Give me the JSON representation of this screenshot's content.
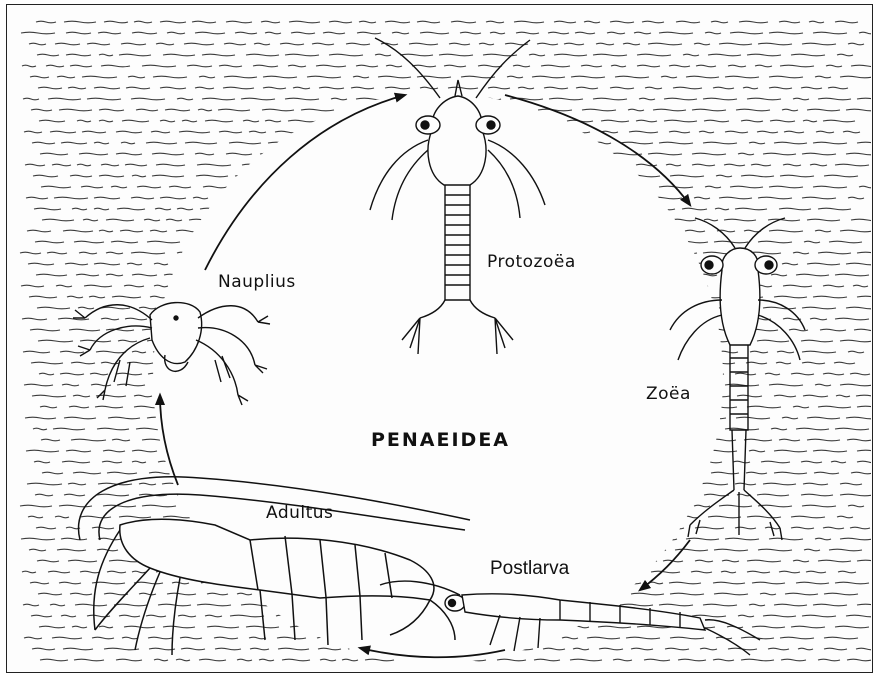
{
  "diagram": {
    "title": "PENAEIDEA",
    "stages": {
      "nauplius": "Nauplius",
      "protozoea": "Protozoëa",
      "zoea": "Zoëa",
      "postlarva": "Postlarva",
      "adultus": "Adultus"
    },
    "colors": {
      "ink": "#111111",
      "paper": "#fdfdfd",
      "water": "#3a3a3a"
    }
  }
}
